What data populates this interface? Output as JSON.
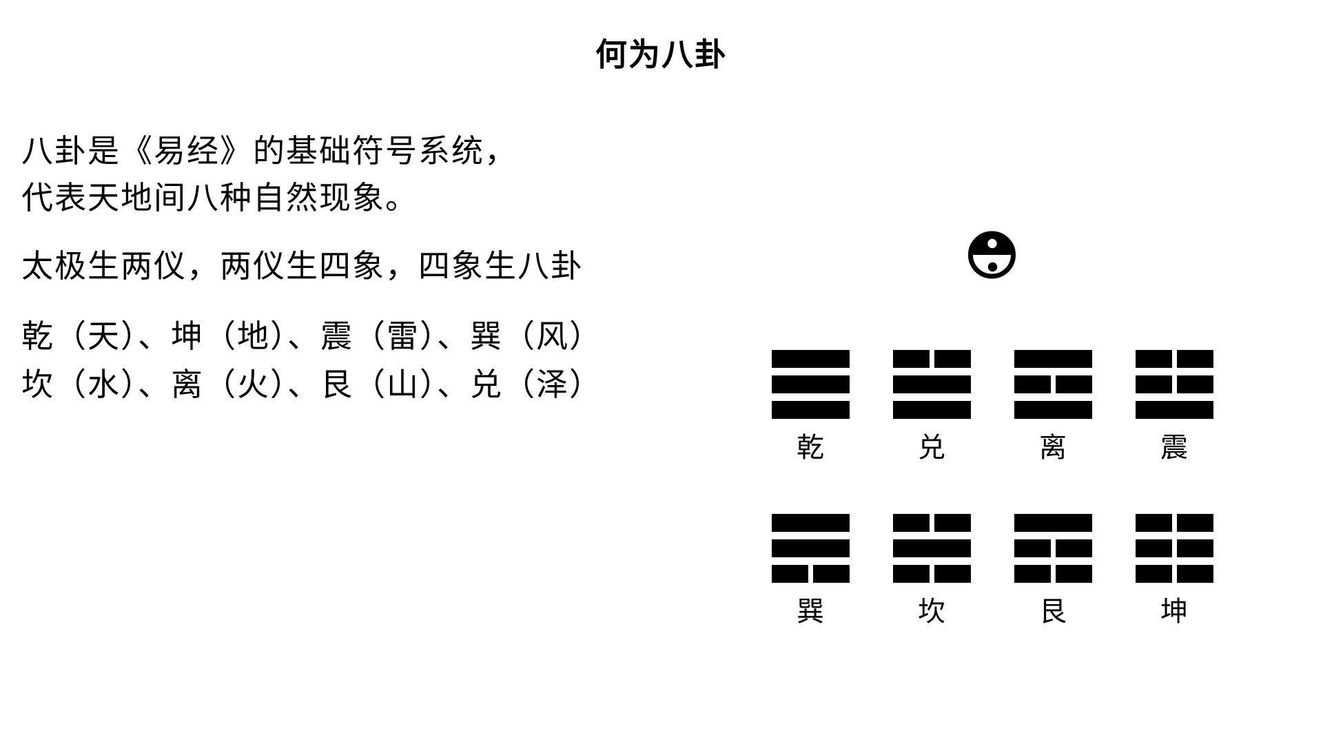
{
  "page": {
    "background_color": "#ffffff",
    "text_color": "#000000"
  },
  "title": "何为八卦",
  "intro": {
    "lines": [
      "八卦是《易经》的基础符号系统，",
      "代表天地间八种自然现象。"
    ]
  },
  "principle": "太极生两仪，两仪生四象，四象生八卦",
  "trigram_names": {
    "lines": [
      "乾（天）、坤（地）、震（雷）、巽（风）",
      "坎（水）、离（火）、艮（山）、兑（泽）"
    ]
  },
  "taiji": {
    "top_half_color": "#000000",
    "bottom_half_color": "#ffffff",
    "outline_color": "#000000"
  },
  "trigrams": {
    "bar_color": "#000000",
    "rows": [
      [
        {
          "name": "乾",
          "lines": [
            "solid",
            "solid",
            "solid"
          ]
        },
        {
          "name": "兑",
          "lines": [
            "broken",
            "solid",
            "solid"
          ]
        },
        {
          "name": "离",
          "lines": [
            "solid",
            "broken",
            "solid"
          ]
        },
        {
          "name": "震",
          "lines": [
            "broken",
            "broken",
            "solid"
          ]
        }
      ],
      [
        {
          "name": "巽",
          "lines": [
            "solid",
            "solid",
            "broken"
          ]
        },
        {
          "name": "坎",
          "lines": [
            "broken",
            "solid",
            "broken"
          ]
        },
        {
          "name": "艮",
          "lines": [
            "solid",
            "broken",
            "broken"
          ]
        },
        {
          "name": "坤",
          "lines": [
            "broken",
            "broken",
            "broken"
          ]
        }
      ]
    ]
  }
}
